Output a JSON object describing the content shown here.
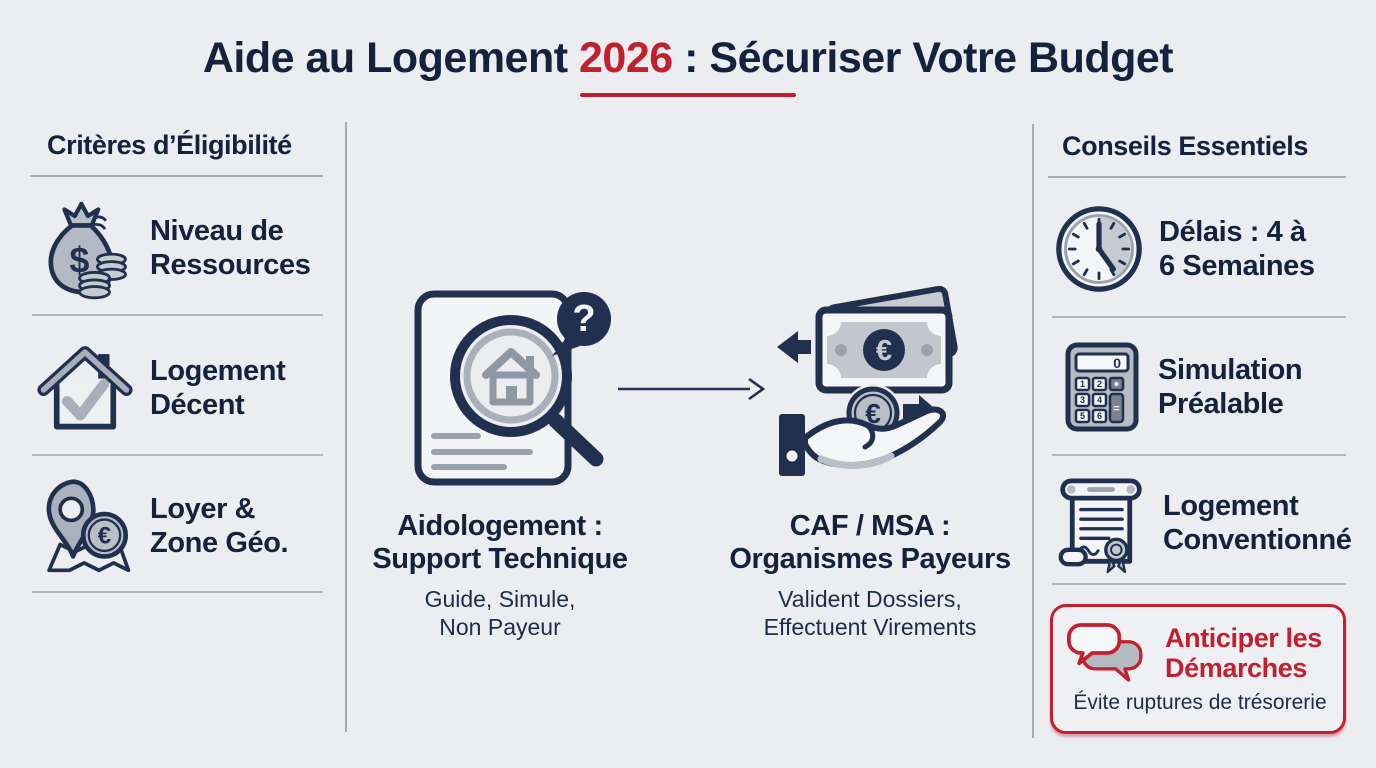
{
  "colors": {
    "background": "#ecedf0",
    "navy": "#15223d",
    "red": "#c1202e",
    "icon_gray": "#a8afba",
    "divider": "#a6abb2"
  },
  "title": {
    "part1": "Aide au Logement ",
    "year": "2026",
    "part2": " : Sécuriser Votre Budget"
  },
  "left_panel": {
    "header": "Critères d’Éligibilité",
    "items": [
      {
        "icon": "money-bag-icon",
        "lines": [
          "Niveau de",
          "Ressources"
        ]
      },
      {
        "icon": "house-check-icon",
        "lines": [
          "Logement",
          "Décent"
        ]
      },
      {
        "icon": "map-pin-euro-icon",
        "lines": [
          "Loyer &",
          "Zone Géo."
        ]
      }
    ]
  },
  "center_flow": {
    "source": {
      "icon": "document-magnifier-icon",
      "title_lines": [
        "Aidologement :",
        "Support Technique"
      ],
      "sub_lines": [
        "Guide, Simule,",
        "Non Payeur"
      ]
    },
    "target": {
      "icon": "money-hand-icon",
      "title_lines": [
        "CAF / MSA :",
        "Organismes Payeurs"
      ],
      "sub_lines": [
        "Valident Dossiers,",
        "Effectuent Virements"
      ]
    }
  },
  "right_panel": {
    "header": "Conseils Essentiels",
    "items": [
      {
        "icon": "clock-icon",
        "lines": [
          "Délais : 4 à",
          "6 Semaines"
        ]
      },
      {
        "icon": "calculator-icon",
        "lines": [
          "Simulation",
          "Préalable"
        ]
      },
      {
        "icon": "certificate-scroll-icon",
        "lines": [
          "Logement",
          "Conventionné"
        ]
      }
    ],
    "alert": {
      "icon": "speech-bubbles-icon",
      "title_lines": [
        "Anticiper les",
        "Démarches"
      ],
      "note": "Évite ruptures de trésorerie"
    }
  }
}
